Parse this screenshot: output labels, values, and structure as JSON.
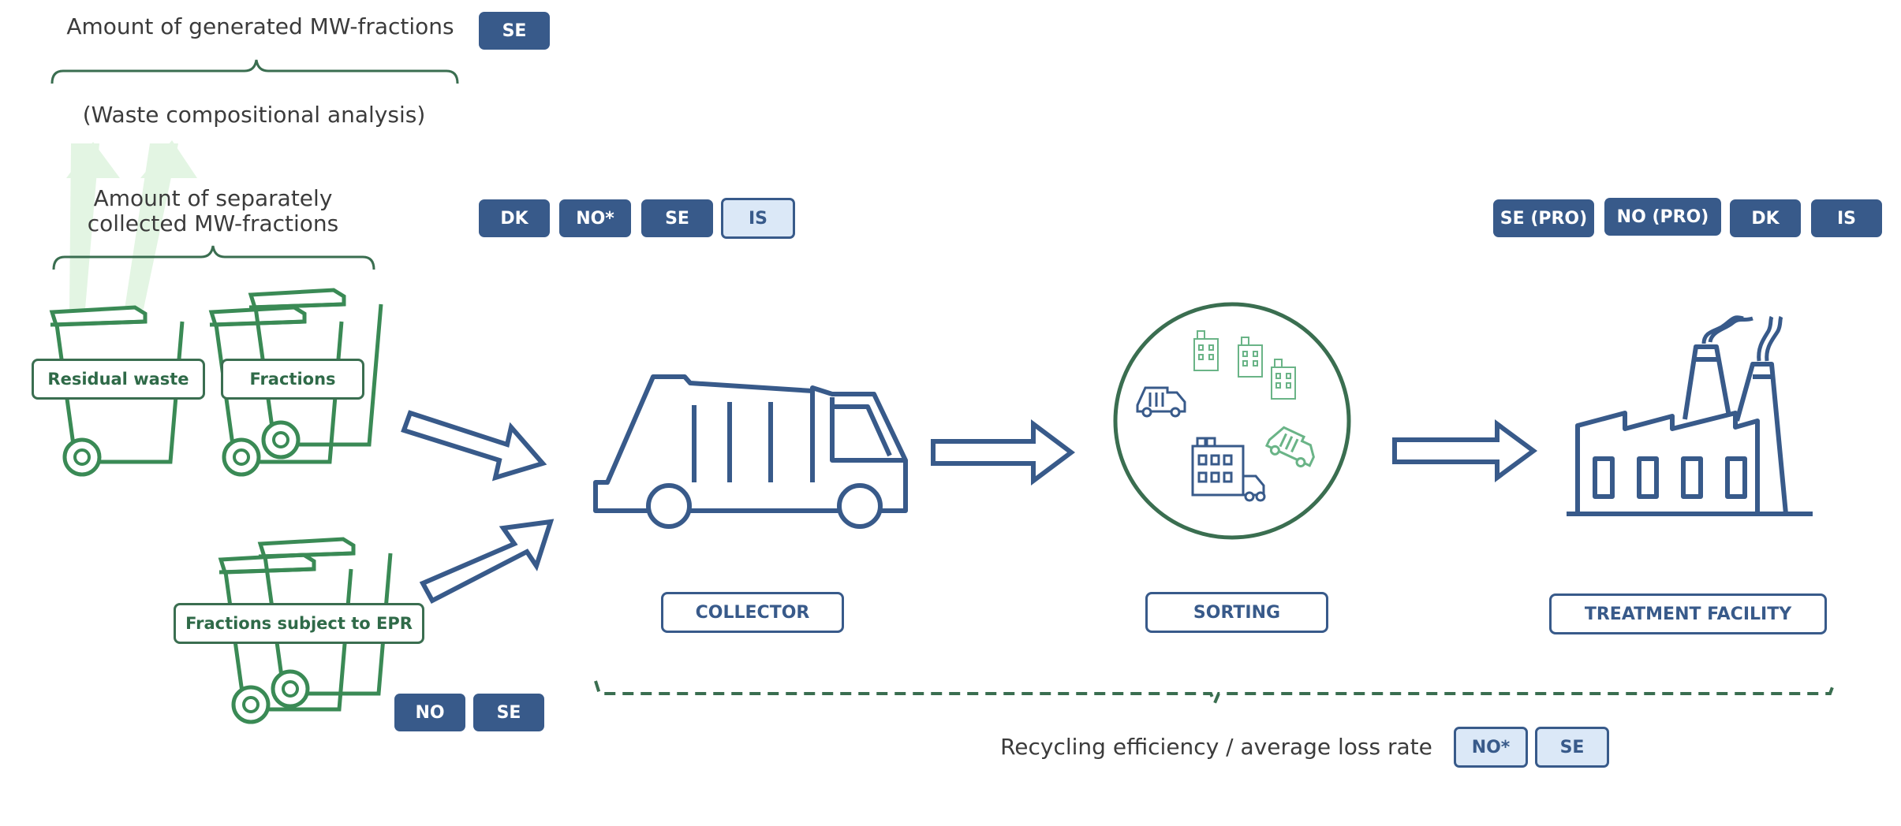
{
  "labels": {
    "generated": "Amount of generated  MW-fractions",
    "analysis": "(Waste compositional analysis)",
    "separately_line1": "Amount of separately",
    "separately_line2": "collected MW-fractions",
    "residual": "Residual waste",
    "fractions": "Fractions",
    "epr": "Fractions subject to EPR",
    "collector": "COLLECTOR",
    "sorting": "SORTING",
    "treatment": "TREATMENT FACILITY",
    "recycling": "Recycling efficiency / average loss rate"
  },
  "badges": {
    "generated": [
      "SE"
    ],
    "separate": [
      "DK",
      "NO*",
      "SE",
      "IS"
    ],
    "treatment": [
      "SE (PRO)",
      "NO (PRO)",
      "DK",
      "IS"
    ],
    "epr": [
      "NO",
      "SE"
    ],
    "recycling": [
      "NO*",
      "SE"
    ]
  },
  "icons": [
    "bin-icon",
    "truck-icon",
    "arrow-right-icon",
    "building-icon",
    "factory-icon"
  ],
  "colors": {
    "navy": "#385a8a",
    "green": "#3a8a55",
    "dark_green": "#3a6e50",
    "light_badge": "#dbe8f7",
    "pale_arrow": "#e3f5e3"
  }
}
